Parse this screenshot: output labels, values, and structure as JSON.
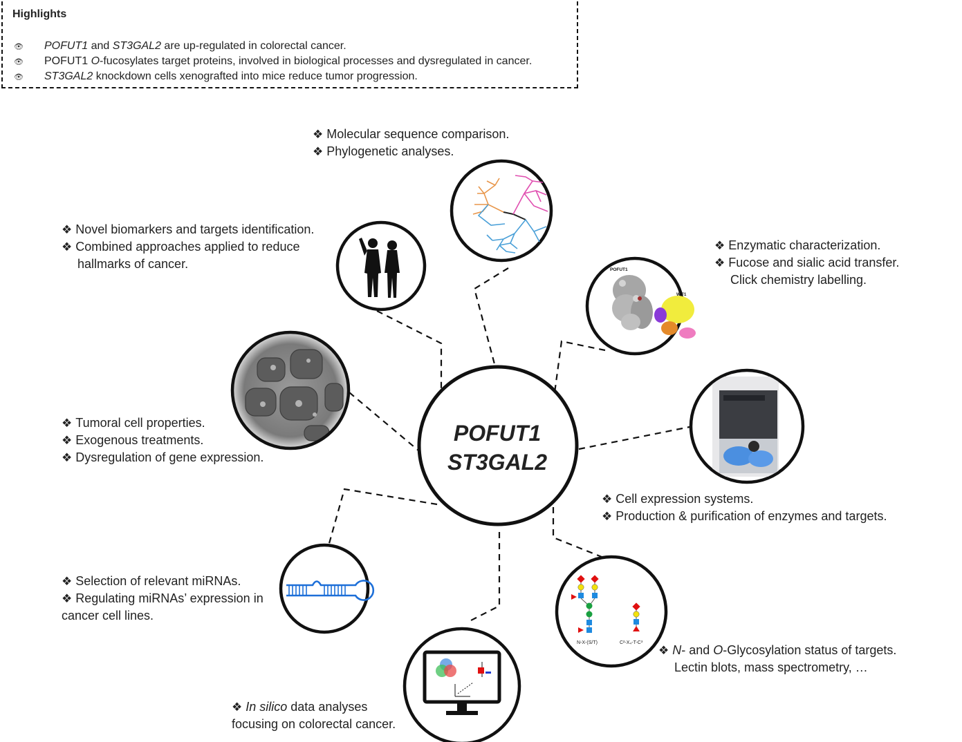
{
  "highlights": {
    "title": "Highlights",
    "items": [
      {
        "a": "POFUT1",
        "b": " and ",
        "c": "ST3GAL2",
        "d": " are up-regulated in colorectal cancer."
      },
      {
        "a": "POFUT1 ",
        "b": "O",
        "c": "-fucosylates target proteins, involved in biological processes and dysregulated in cancer."
      },
      {
        "a": "ST3GAL2",
        "b": " knockdown cells xenografted into mice reduce tumor progression."
      }
    ]
  },
  "center": {
    "line1": "POFUT1",
    "line2": "ST3GAL2"
  },
  "bullet_glyph": "❖",
  "blocks": {
    "phylogeny": {
      "l1": "Molecular sequence comparison.",
      "l2": "Phylogenetic analyses."
    },
    "biomarkers": {
      "l1": "Novel biomarkers and targets identification.",
      "l2": "Combined approaches applied to reduce",
      "l3": "hallmarks of cancer."
    },
    "enzymatic": {
      "l1": "Enzymatic characterization.",
      "l2": "Fucose and sialic acid transfer.",
      "l3": "Click chemistry labelling."
    },
    "tumoral": {
      "l1": "Tumoral cell properties.",
      "l2": "Exogenous treatments.",
      "l3": "Dysregulation of gene expression."
    },
    "expression": {
      "l1": "Cell expression systems.",
      "l2": "Production & purification of enzymes and targets."
    },
    "mirna": {
      "l1": "Selection of relevant miRNAs.",
      "l2": "Regulating miRNAs’ expression in",
      "l3": "cancer cell lines."
    },
    "glyco": {
      "n": "N",
      "and": "- and ",
      "o": "O",
      "rest": "-Glycosylation status of targets.",
      "l2": "Lectin blots, mass spectrometry, …"
    },
    "insilico": {
      "it": "In silico",
      "rest": " data analyses",
      "l2": "focusing on colorectal cancer."
    }
  },
  "icon_labels": {
    "pofut1": "POFUT1",
    "wif1": "WIF1",
    "nglycan": "N-X-(S/T)",
    "oglycan": "C²-X₄-T-C³"
  }
}
